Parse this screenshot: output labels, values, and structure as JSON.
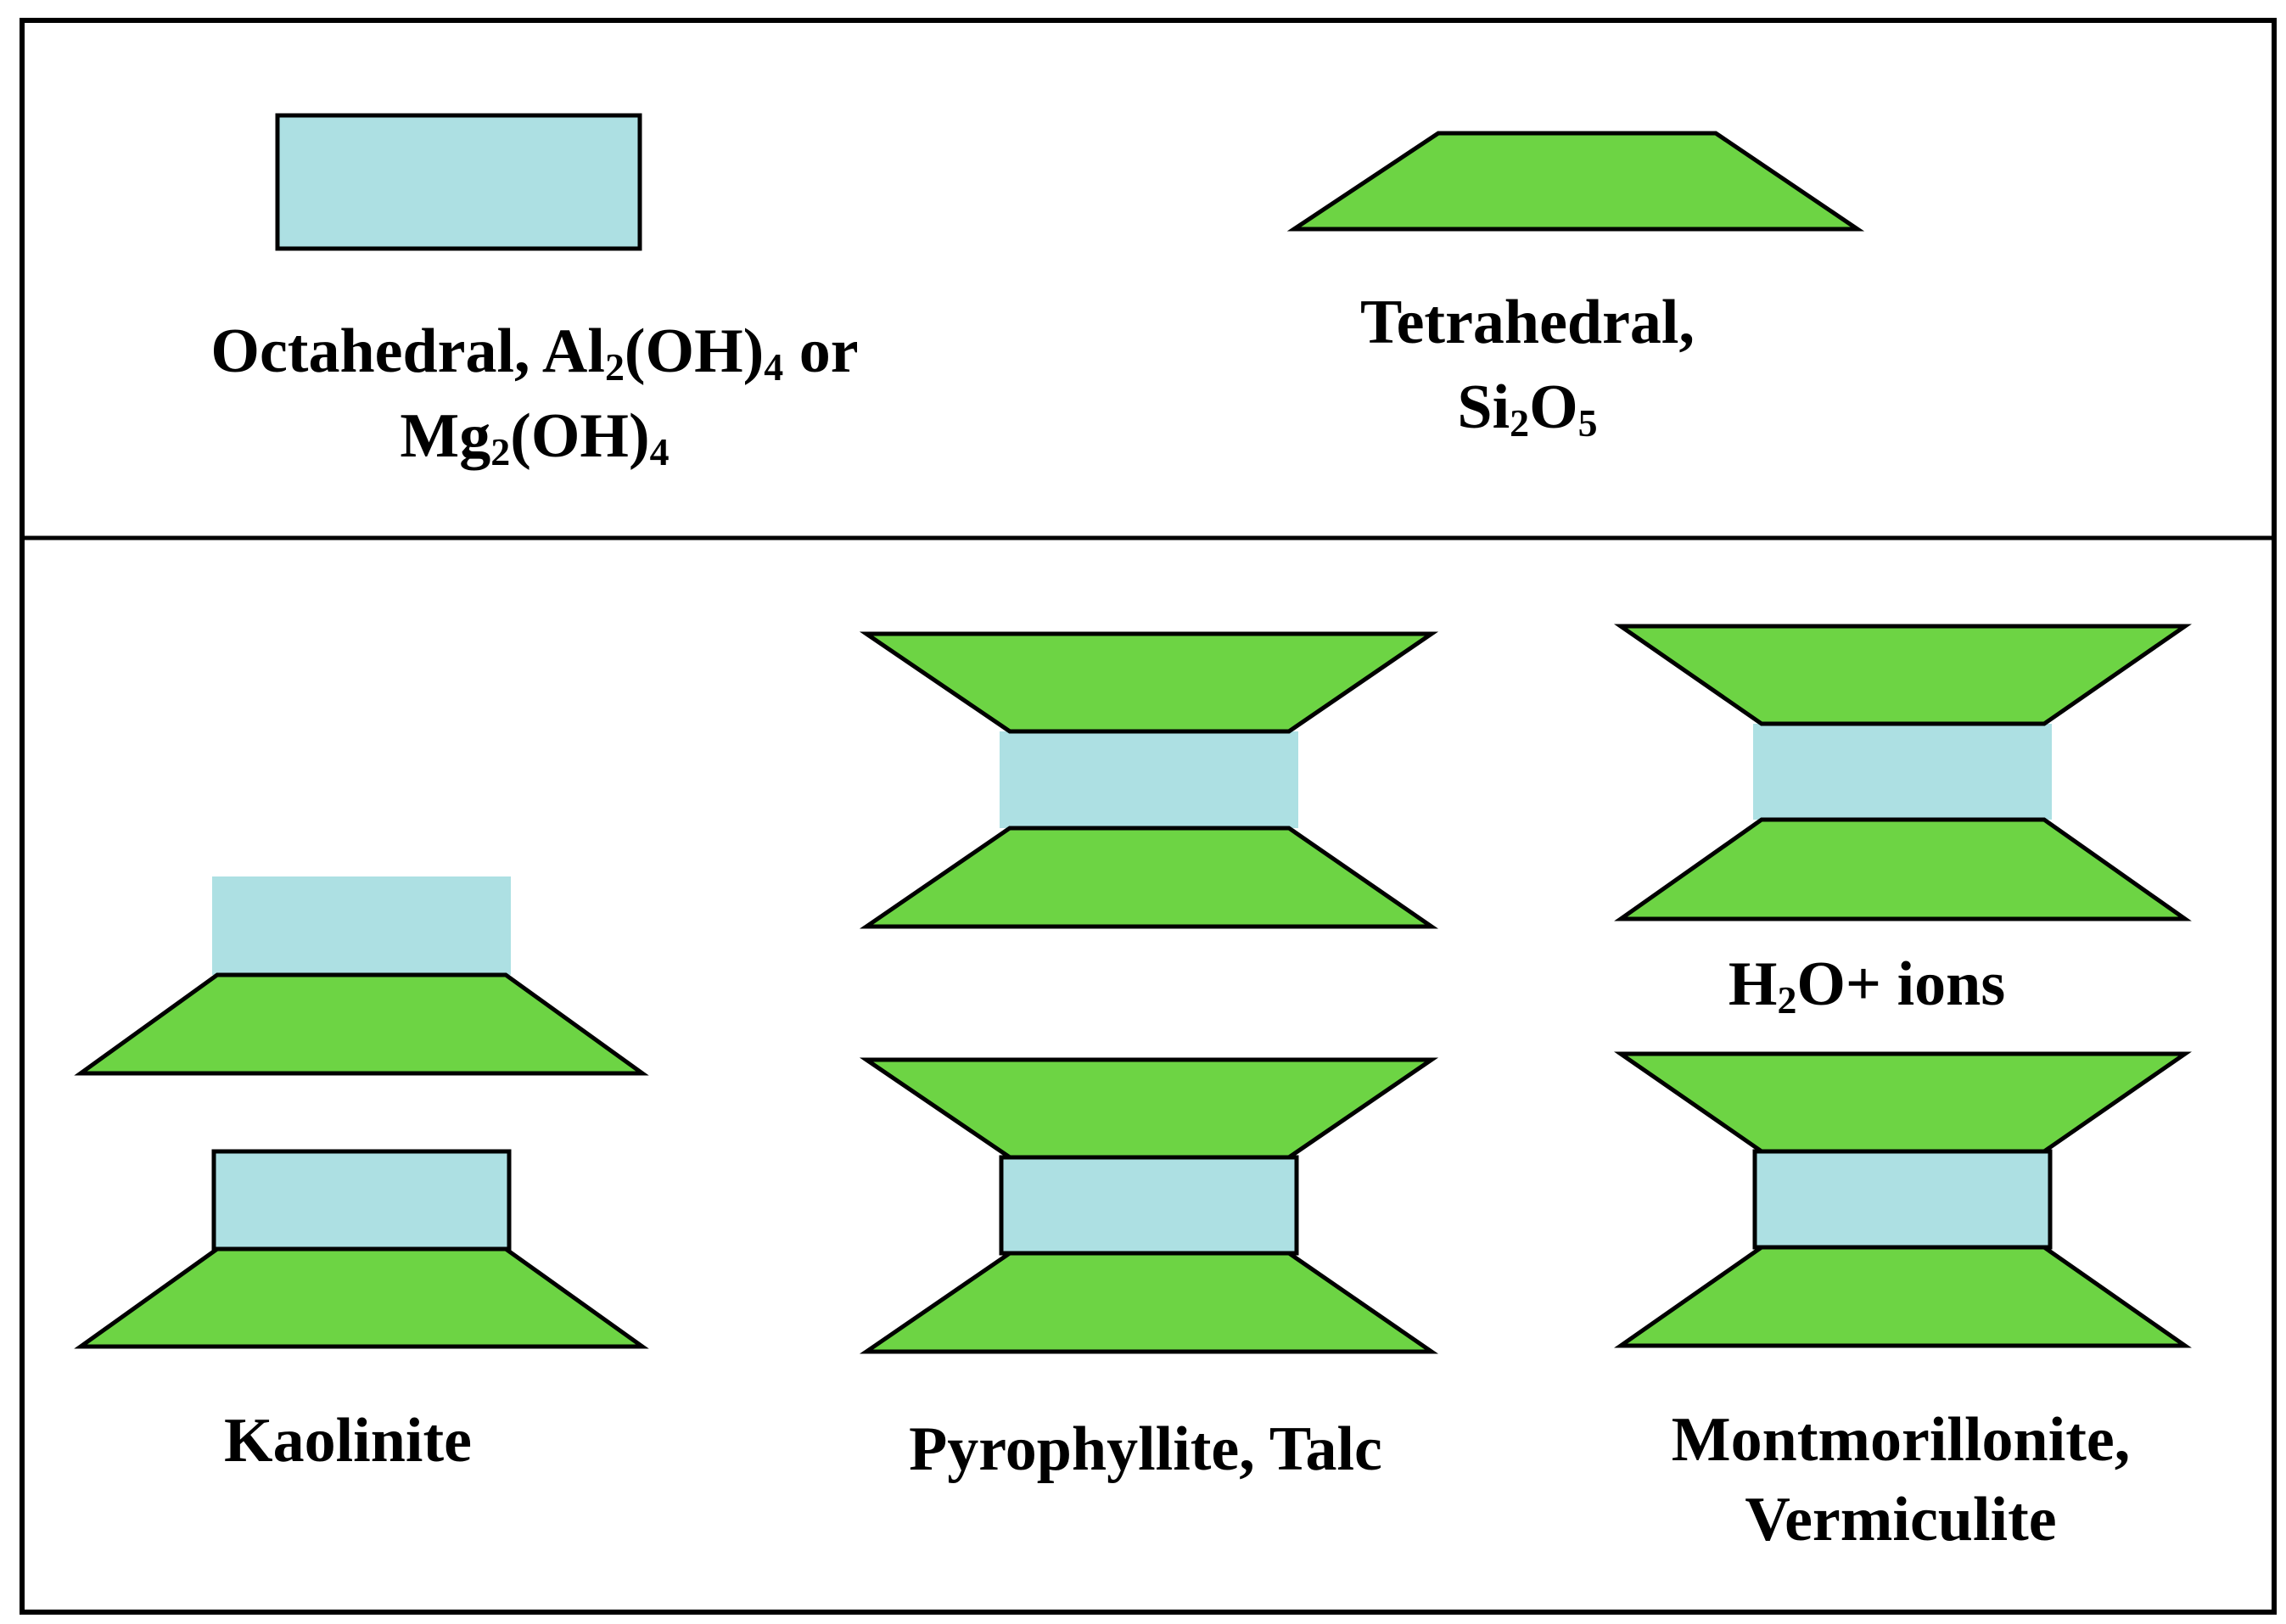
{
  "colors": {
    "octahedral_fill": "#ade0e3",
    "tetrahedral_fill": "#6dd444",
    "outline": "#000000",
    "background": "#ffffff"
  },
  "legend": {
    "octahedral": {
      "line1": {
        "a": "Octahedral, Al",
        "s1": "2",
        "b": "(OH)",
        "s2": "4",
        "c": " or"
      },
      "line2": {
        "a": "Mg",
        "s1": "2",
        "b": "(OH)",
        "s2": "4"
      }
    },
    "tetrahedral": {
      "line1": "Tetrahedral,",
      "line2": {
        "a": "Si",
        "s1": "2",
        "b": "O",
        "s2": "5"
      }
    }
  },
  "minerals": {
    "kaolinite": "Kaolinite",
    "pyrophyllite_talc": "Pyrophyllite, Talc",
    "montmorillonite": {
      "line1": "Montmorillonite,",
      "line2": "Vermiculite"
    },
    "interlayer": {
      "a": "H",
      "s1": "2",
      "b": "O+ ions"
    }
  }
}
